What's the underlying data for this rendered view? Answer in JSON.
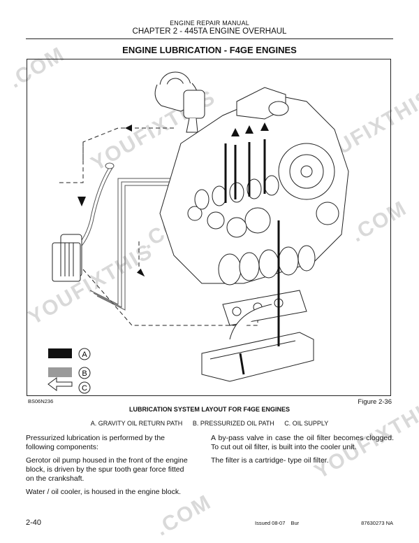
{
  "header": {
    "manual": "ENGINE REPAIR MANUAL",
    "chapter": "CHAPTER 2 - 445TA ENGINE OVERHAUL"
  },
  "title": "ENGINE LUBRICATION - F4GE ENGINES",
  "figure": {
    "code": "BS06N236",
    "number": "Figure 2-36",
    "caption": "LUBRICATION SYSTEM LAYOUT FOR F4GE ENGINES",
    "legend_keys": [
      "A",
      "B",
      "C"
    ],
    "legend_colors": {
      "A": "#111111",
      "B": "#9a9a9a",
      "C": "#ffffff"
    },
    "legend": [
      "A.  GRAVITY OIL RETURN PATH",
      "B.  PRESSURIZED OIL PATH",
      "C.  OIL SUPPLY"
    ]
  },
  "body": {
    "left": [
      "Pressurized lubrication is performed by the following components:",
      "Gerotor oil pump housed in the front of the engine block, is driven by the spur tooth gear force fitted on the crankshaft.",
      "Water / oil cooler, is housed in the engine block."
    ],
    "right": [
      "A by-pass valve in case the oil filter becomes clogged. To cut out oil filter, is built into the cooler unit.",
      "The filter is a cartridge- type oil filter."
    ]
  },
  "footer": {
    "page": "2-40",
    "issued": "Issued 08-07",
    "issuer": "Bur",
    "part_number": "87630273 NA"
  },
  "watermark": {
    "text": ".COM",
    "text2": "YOUFIXTHIS"
  }
}
